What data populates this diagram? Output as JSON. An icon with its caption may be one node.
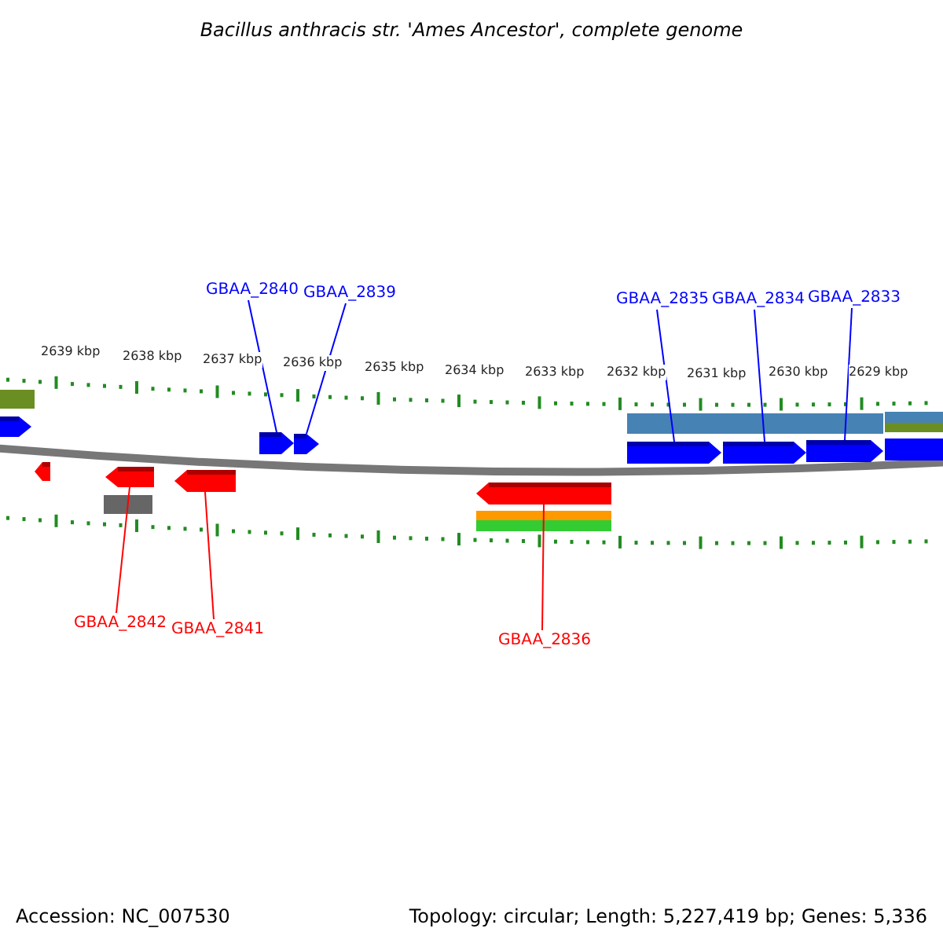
{
  "diagram": {
    "title": "Bacillus anthracis str. 'Ames Ancestor', complete genome",
    "nodes": [
      {
        "text": [
          "GBAA_2840"
        ]
      },
      {
        "text": [
          "GBAA_2839"
        ]
      },
      {
        "text": [
          "GBAA_2835"
        ]
      },
      {
        "text": [
          "GBAA_2834"
        ]
      },
      {
        "text": [
          "GBAA_2833"
        ]
      },
      {
        "text": [
          "GBAA_2842"
        ]
      },
      {
        "text": [
          "GBAA_2841"
        ]
      },
      {
        "text": [
          "GBAA_2836"
        ]
      },
      {
        "text": [],
        "shape": "bar"
      },
      {
        "text": [],
        "shape": "bar"
      },
      {
        "text": [],
        "shape": "bar"
      },
      {
        "text": [],
        "shape": "bar"
      },
      {
        "text": [],
        "shape": "bar"
      },
      {
        "text": [],
        "shape": "bar"
      },
      {
        "text": [],
        "shape": "bar"
      },
      {
        "text": [],
        "shape": "bar"
      },
      {
        "text": [],
        "shape": "bar"
      },
      {
        "text": [],
        "shape": "bar"
      }
    ],
    "edges": [
      {
        "from": 0,
        "to": 8,
        "arrow": "none"
      },
      {
        "from": 1,
        "to": 9,
        "arrow": "none"
      },
      {
        "from": 2,
        "to": 10,
        "arrow": "none"
      },
      {
        "from": 3,
        "to": 11,
        "arrow": "none"
      },
      {
        "from": 4,
        "to": 12,
        "arrow": "none"
      },
      {
        "from": 5,
        "to": 13,
        "arrow": "none",
        "color": "#ff0000"
      },
      {
        "from": 6,
        "to": 14,
        "arrow": "none",
        "color": "#ff0000"
      },
      {
        "from": 7,
        "to": 15,
        "arrow": "none",
        "color": "#ff0000"
      }
    ],
    "labels": [
      "2639 kbp",
      "2638 kbp",
      "2637 kbp",
      "2636 kbp",
      "2635 kbp",
      "2634 kbp",
      "2633 kbp",
      "2632 kbp",
      "2631 kbp",
      "2630 kbp",
      "2629 kbp",
      "Accession: NC_007530",
      "Topology: circular; Length: 5,227,419 bp; Genes: 5,336"
    ]
  }
}
